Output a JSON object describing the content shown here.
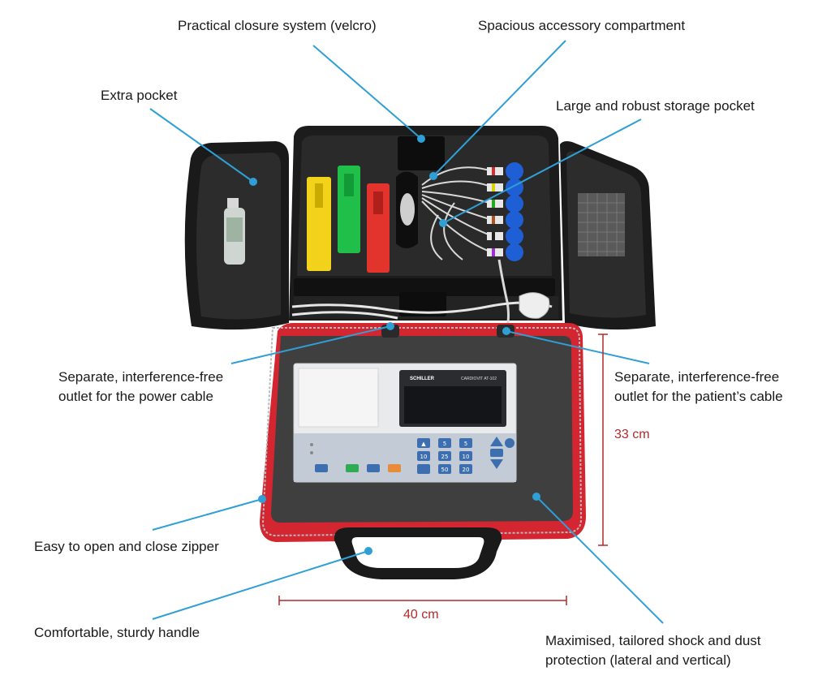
{
  "callouts": {
    "closure": "Practical closure system (velcro)",
    "accessory": "Spacious accessory compartment",
    "extra_pocket": "Extra pocket",
    "storage_pocket": "Large and robust storage pocket",
    "power_outlet_1": "Separate, interference-free",
    "power_outlet_2": "outlet for the power cable",
    "patient_outlet_1": "Separate, interference-free",
    "patient_outlet_2": "outlet for the patient’s cable",
    "zipper": "Easy to open and close zipper",
    "handle": "Comfortable, sturdy handle",
    "protection_1": "Maximised, tailored shock and dust",
    "protection_2": "protection (lateral and vertical)"
  },
  "dimensions": {
    "height": "33 cm",
    "width": "40 cm"
  },
  "device": {
    "brand": "SCHILLER",
    "model": "CARDIOVIT AT-102"
  },
  "keypad": {
    "row1": [
      "▲",
      "5",
      "5"
    ],
    "row2": [
      "10",
      "25",
      "10"
    ],
    "row3": [
      "",
      "50",
      "20"
    ]
  },
  "colors": {
    "leader": "#2f9fd6",
    "dimension": "#b22a2a",
    "case_red": "#d32631",
    "foam": "#3f3f3f",
    "electrode_blue": "#1f5fd6",
    "clamp_yellow": "#f2d21a",
    "clamp_green": "#1fbf4a",
    "clamp_red": "#e2332c"
  }
}
